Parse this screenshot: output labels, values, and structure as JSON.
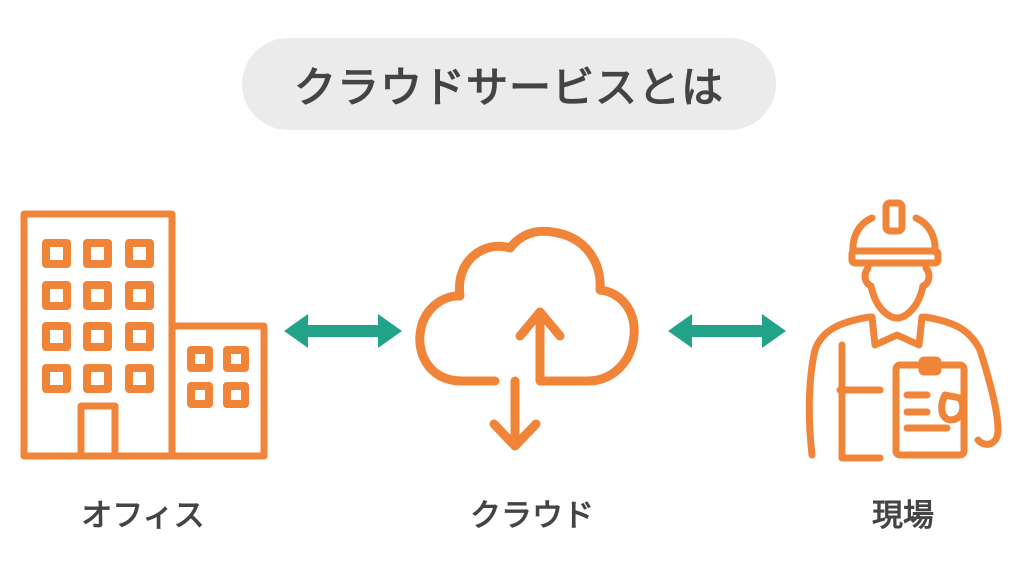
{
  "title": "クラウドサービスとは",
  "nodes": [
    {
      "label": "オフィス",
      "icon": "office-building-icon"
    },
    {
      "label": "クラウド",
      "icon": "cloud-sync-icon"
    },
    {
      "label": "現場",
      "icon": "construction-worker-icon"
    }
  ],
  "colors": {
    "icon": "#F0853A",
    "arrow": "#23A28A",
    "text": "#444444",
    "pill": "#EBEBEB"
  }
}
